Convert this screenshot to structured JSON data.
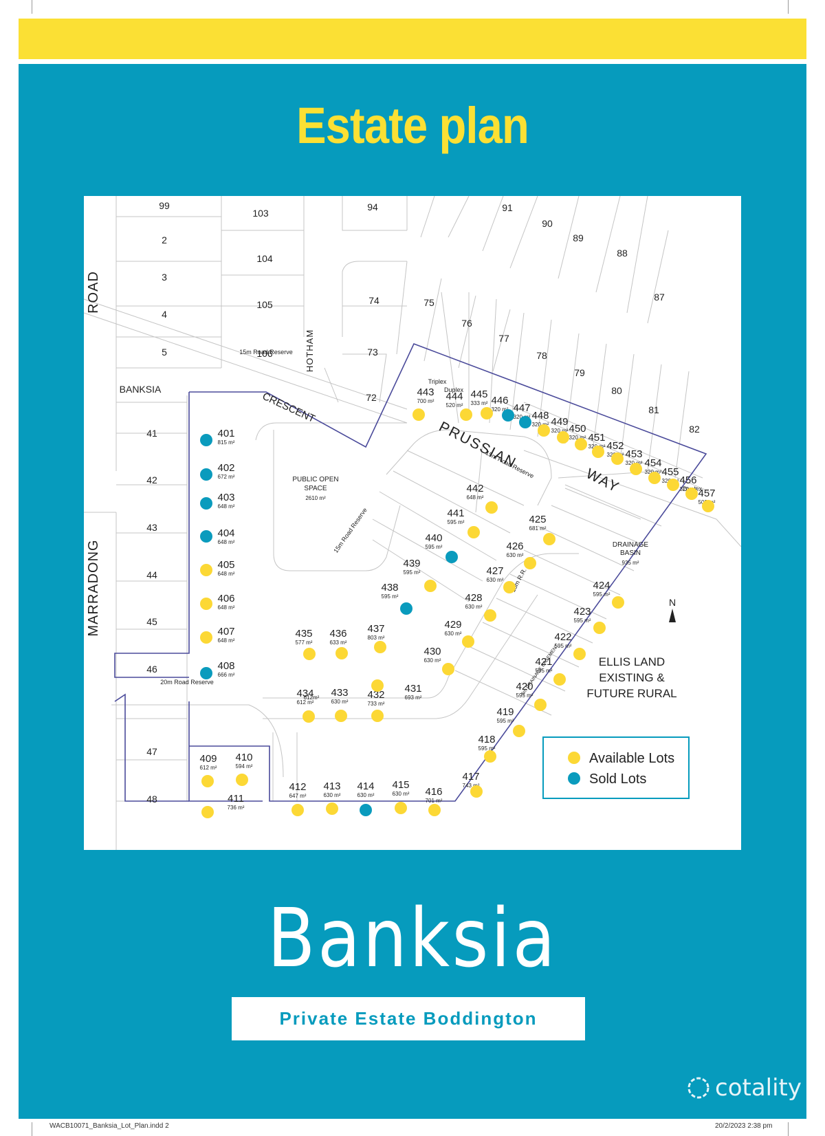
{
  "title": "Estate plan",
  "brand": "Banksia",
  "subtitle": "Private Estate Boddington",
  "logo_text": "cotality",
  "footer": {
    "file": "WACB10071_Banksia_Lot_Plan.indd   2",
    "timestamp": "20/2/2023   2:38 pm"
  },
  "colors": {
    "yellow": "#fbe034",
    "blue": "#069bbd",
    "available": "#fcd835",
    "sold": "#0a9bbd"
  },
  "legend": {
    "available": "Available Lots",
    "sold": "Sold Lots"
  },
  "map_labels": [
    {
      "text": "ROAD"
    },
    {
      "text": "MARRADONG"
    },
    {
      "text": "HOTHAM"
    },
    {
      "text": "BANKSIA"
    },
    {
      "text": "CRESCENT"
    },
    {
      "text": "PRUSSIAN"
    },
    {
      "text": "WAY"
    },
    {
      "text": "PUBLIC OPEN"
    },
    {
      "text": "SPACE"
    },
    {
      "text": "2610 m²"
    },
    {
      "text": "15m Road Reserve"
    },
    {
      "text": "15m Road Reserve"
    },
    {
      "text": "15m Road Reserve"
    },
    {
      "text": "20m Road Reserve"
    },
    {
      "text": "15m R.R."
    },
    {
      "text": "5m DRAINAGE EASEMENT"
    },
    {
      "text": "DRAINAGE"
    },
    {
      "text": "BASIN"
    },
    {
      "text": "935 m²"
    },
    {
      "text": "ELLIS LAND"
    },
    {
      "text": "EXISTING &"
    },
    {
      "text": "FUTURE RURAL"
    },
    {
      "text": "N"
    },
    {
      "text": "Triplex"
    },
    {
      "text": "Duplex"
    },
    {
      "text": "Duplex"
    },
    {
      "text": "612m²"
    }
  ],
  "neighbour_lots": [
    "99",
    "2",
    "3",
    "4",
    "5",
    "103",
    "104",
    "105",
    "106",
    "94",
    "91",
    "90",
    "89",
    "88",
    "87",
    "74",
    "75",
    "76",
    "77",
    "78",
    "79",
    "80",
    "81",
    "82",
    "73",
    "72",
    "41",
    "42",
    "43",
    "44",
    "45",
    "46",
    "47",
    "48"
  ],
  "lots": [
    {
      "number": "401",
      "area": "815 m²",
      "status": "sold"
    },
    {
      "number": "402",
      "area": "672 m²",
      "status": "sold"
    },
    {
      "number": "403",
      "area": "648 m²",
      "status": "sold"
    },
    {
      "number": "404",
      "area": "648 m²",
      "status": "sold"
    },
    {
      "number": "405",
      "area": "648 m²",
      "status": "available"
    },
    {
      "number": "406",
      "area": "648 m²",
      "status": "available"
    },
    {
      "number": "407",
      "area": "648 m²",
      "status": "available"
    },
    {
      "number": "408",
      "area": "666 m²",
      "status": "sold"
    },
    {
      "number": "409",
      "area": "612 m²",
      "status": "available"
    },
    {
      "number": "410",
      "area": "594 m²",
      "status": "available"
    },
    {
      "number": "411",
      "area": "736 m²",
      "status": "available"
    },
    {
      "number": "412",
      "area": "647 m²",
      "status": "available"
    },
    {
      "number": "413",
      "area": "630 m²",
      "status": "available"
    },
    {
      "number": "414",
      "area": "630 m²",
      "status": "sold"
    },
    {
      "number": "415",
      "area": "630 m²",
      "status": "available"
    },
    {
      "number": "416",
      "area": "701 m²",
      "status": "available"
    },
    {
      "number": "417",
      "area": "743 m²",
      "status": "available"
    },
    {
      "number": "418",
      "area": "595 m²",
      "status": "available"
    },
    {
      "number": "419",
      "area": "595 m²",
      "status": "available"
    },
    {
      "number": "420",
      "area": "595 m²",
      "status": "available"
    },
    {
      "number": "421",
      "area": "595 m²",
      "status": "available"
    },
    {
      "number": "422",
      "area": "595 m²",
      "status": "available"
    },
    {
      "number": "423",
      "area": "595 m²",
      "status": "available"
    },
    {
      "number": "424",
      "area": "595 m²",
      "status": "available"
    },
    {
      "number": "425",
      "area": "681 m²",
      "status": "available"
    },
    {
      "number": "426",
      "area": "630 m²",
      "status": "available"
    },
    {
      "number": "427",
      "area": "630 m²",
      "status": "available"
    },
    {
      "number": "428",
      "area": "630 m²",
      "status": "available"
    },
    {
      "number": "429",
      "area": "630 m²",
      "status": "available"
    },
    {
      "number": "430",
      "area": "630 m²",
      "status": "available"
    },
    {
      "number": "431",
      "area": "693 m²",
      "status": "available"
    },
    {
      "number": "432",
      "area": "733 m²",
      "status": "available"
    },
    {
      "number": "433",
      "area": "630 m²",
      "status": "available"
    },
    {
      "number": "434",
      "area": "612 m²",
      "status": "available"
    },
    {
      "number": "435",
      "area": "577 m²",
      "status": "available"
    },
    {
      "number": "436",
      "area": "633 m²",
      "status": "available"
    },
    {
      "number": "437",
      "area": "803 m²",
      "status": "available"
    },
    {
      "number": "438",
      "area": "595 m²",
      "status": "sold"
    },
    {
      "number": "439",
      "area": "595 m²",
      "status": "available"
    },
    {
      "number": "440",
      "area": "595 m²",
      "status": "sold"
    },
    {
      "number": "441",
      "area": "595 m²",
      "status": "available"
    },
    {
      "number": "442",
      "area": "648 m²",
      "status": "available"
    },
    {
      "number": "443",
      "area": "700 m²",
      "status": "available"
    },
    {
      "number": "444",
      "area": "520 m²",
      "status": "available"
    },
    {
      "number": "445",
      "area": "333 m²",
      "status": "available"
    },
    {
      "number": "446",
      "area": "320 m²",
      "status": "sold"
    },
    {
      "number": "447",
      "area": "320 m²",
      "status": "sold"
    },
    {
      "number": "448",
      "area": "320 m²",
      "status": "available"
    },
    {
      "number": "449",
      "area": "320 m²",
      "status": "available"
    },
    {
      "number": "450",
      "area": "320 m²",
      "status": "available"
    },
    {
      "number": "451",
      "area": "320 m²",
      "status": "available"
    },
    {
      "number": "452",
      "area": "320 m²",
      "status": "available"
    },
    {
      "number": "453",
      "area": "320 m²",
      "status": "available"
    },
    {
      "number": "454",
      "area": "320 m²",
      "status": "available"
    },
    {
      "number": "455",
      "area": "320 m²",
      "status": "available"
    },
    {
      "number": "456",
      "area": "320 m²",
      "status": "available"
    },
    {
      "number": "457",
      "area": "508 m²",
      "status": "available"
    }
  ]
}
